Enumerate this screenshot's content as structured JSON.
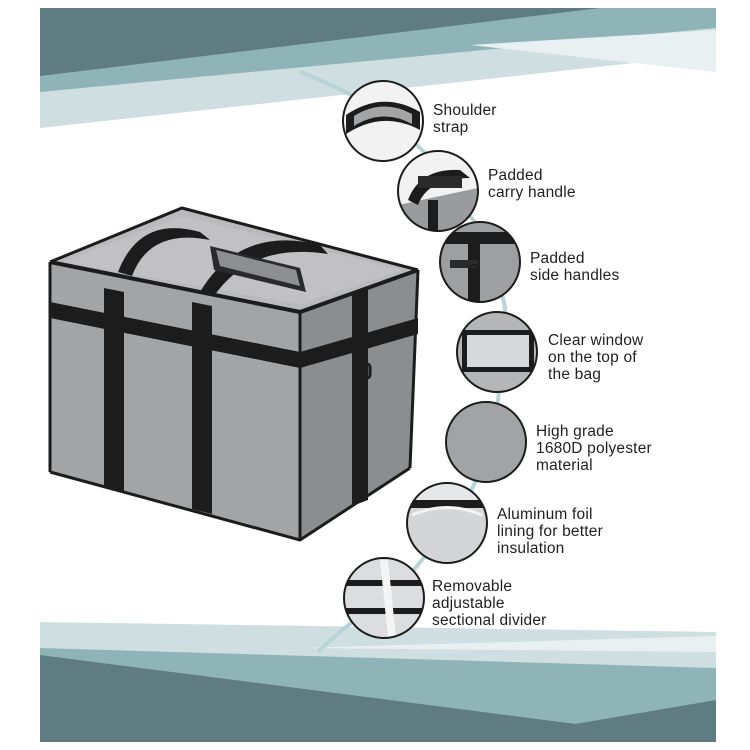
{
  "colors": {
    "teal_dark": "#5e7c82",
    "teal_mid": "#8fb4b8",
    "teal_light": "#cfdfe1",
    "pale": "#e9f0f1",
    "bag_gray": "#9e9fa1",
    "strap_black": "#1c1c1c"
  },
  "features": [
    {
      "id": "shoulder-strap",
      "line1": "Shoulder",
      "line2": "strap",
      "line3": ""
    },
    {
      "id": "padded-carry-handle",
      "line1": "Padded",
      "line2": "carry handle",
      "line3": ""
    },
    {
      "id": "padded-side-handles",
      "line1": "Padded",
      "line2": "side handles",
      "line3": ""
    },
    {
      "id": "clear-window",
      "line1": "Clear window",
      "line2": "on the top of",
      "line3": "the bag"
    },
    {
      "id": "high-grade-material",
      "line1": "High grade",
      "line2": "1680D polyester",
      "line3": "material"
    },
    {
      "id": "aluminum-foil-lining",
      "line1": "Aluminum foil",
      "line2": "lining for better",
      "line3": "insulation"
    },
    {
      "id": "removable-divider",
      "line1": "Removable",
      "line2": "adjustable",
      "line3": "sectional divider"
    }
  ]
}
